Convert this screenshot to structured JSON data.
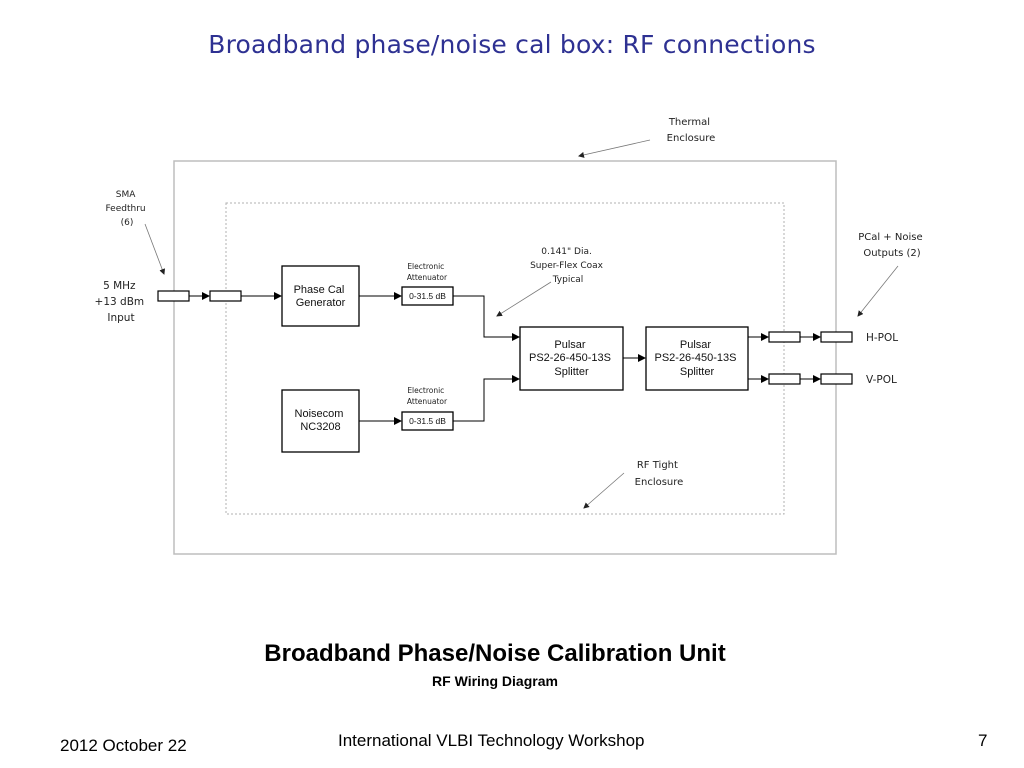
{
  "slide": {
    "title": "Broadband phase/noise cal box: RF connections",
    "title_color": "#2e3192",
    "caption_title": "Broadband Phase/Noise Calibration Unit",
    "caption_subtitle": "RF Wiring Diagram",
    "footer": {
      "date": "2012 October 22",
      "conference": "International VLBI Technology Workshop",
      "page_number": "7"
    }
  },
  "diagram": {
    "annotations": {
      "sma_feedthru": [
        "SMA",
        "Feedthru",
        "(6)"
      ],
      "thermal_enclosure": [
        "Thermal",
        "Enclosure"
      ],
      "coax": [
        "0.141\" Dia.",
        "Super-Flex Coax",
        "Typical"
      ],
      "pcal_outputs": [
        "PCal + Noise",
        "Outputs (2)"
      ],
      "rf_tight_enclosure": [
        "RF Tight",
        "Enclosure"
      ]
    },
    "input_label": [
      "5 MHz",
      "+13 dBm",
      "Input"
    ],
    "blocks": {
      "phase_cal_generator": [
        "Phase Cal",
        "Generator"
      ],
      "noisecom": [
        "Noisecom",
        "NC3208"
      ],
      "splitter_1": [
        "Pulsar",
        "PS2-26-450-13S",
        "Splitter"
      ],
      "splitter_2": [
        "Pulsar",
        "PS2-26-450-13S",
        "Splitter"
      ]
    },
    "attenuators": [
      {
        "caption": [
          "Electronic",
          "Attenuator"
        ],
        "range": "0-31.5 dB"
      },
      {
        "caption": [
          "Electronic",
          "Attenuator"
        ],
        "range": "0-31.5 dB"
      }
    ],
    "outputs": {
      "h_pol": "H-POL",
      "v_pol": "V-POL"
    }
  }
}
